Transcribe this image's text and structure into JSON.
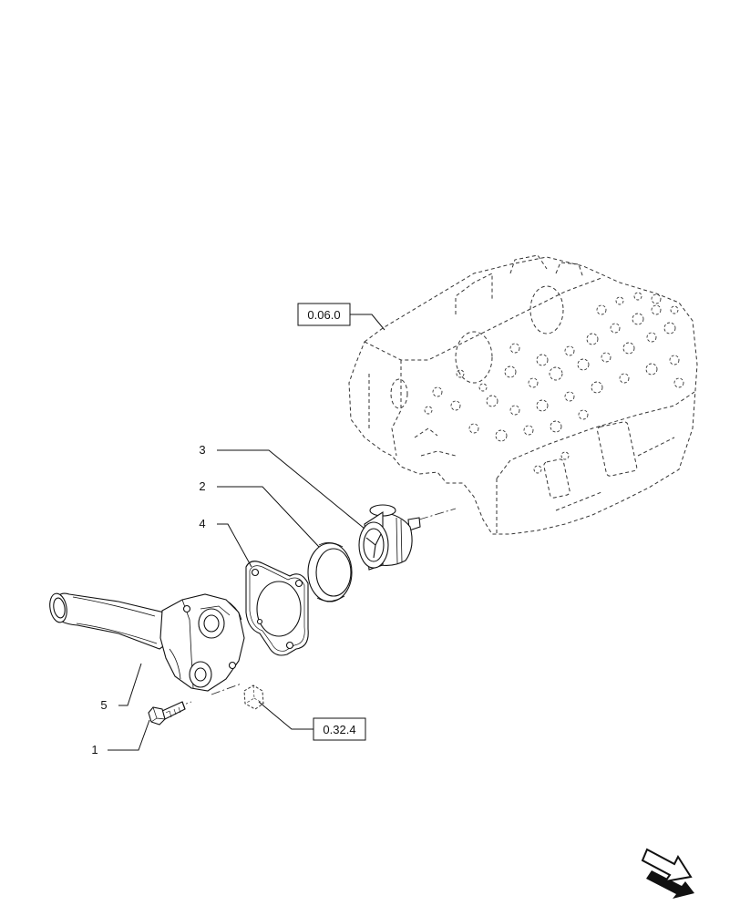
{
  "diagram": {
    "callouts": [
      {
        "id": "callout-3",
        "label": "3"
      },
      {
        "id": "callout-2",
        "label": "2"
      },
      {
        "id": "callout-4",
        "label": "4"
      },
      {
        "id": "callout-5",
        "label": "5"
      },
      {
        "id": "callout-1",
        "label": "1"
      }
    ],
    "references": [
      {
        "id": "ref-engine-block",
        "label": "0.06.0"
      },
      {
        "id": "ref-nut",
        "label": "0.32.4"
      }
    ],
    "parts": [
      {
        "id": "engine-block",
        "icon": "engine-block-outline"
      },
      {
        "id": "thermostat",
        "icon": "thermostat-valve"
      },
      {
        "id": "seal-ring",
        "icon": "ring-seal"
      },
      {
        "id": "gasket",
        "icon": "flange-gasket"
      },
      {
        "id": "outlet-pipe",
        "icon": "coolant-outlet-pipe"
      },
      {
        "id": "bolt",
        "icon": "hex-bolt"
      },
      {
        "id": "nut",
        "icon": "hex-nut"
      }
    ],
    "navigation": {
      "icon": "next-page-arrow-icon"
    },
    "colors": {
      "line": "#111111",
      "background": "#ffffff",
      "hidden_line": "#333333"
    }
  }
}
